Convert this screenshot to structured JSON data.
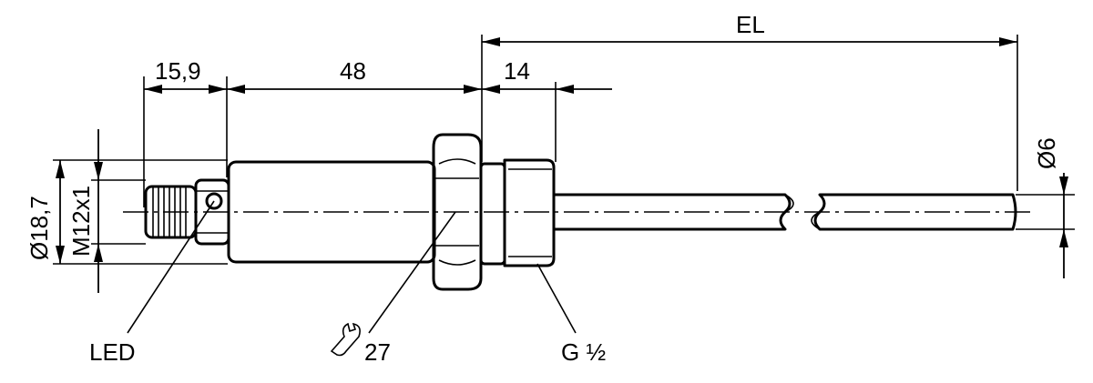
{
  "dimensions": {
    "connector_length": "15,9",
    "body_length": "48",
    "thread_length": "14",
    "probe_length": "EL",
    "body_diameter": "Ø18,7",
    "connector_thread": "M12x1",
    "probe_diameter": "Ø6"
  },
  "callouts": {
    "led": "LED",
    "wrench_size": "27",
    "process_thread": "G ½"
  },
  "icons": {
    "wrench": "wrench-icon"
  }
}
